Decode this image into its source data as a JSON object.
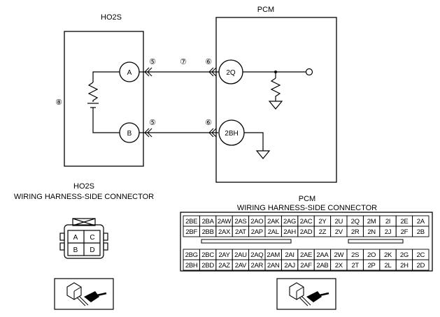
{
  "components": {
    "sensor": "HO2S",
    "pcm": "PCM"
  },
  "terminals": {
    "sensor_a": "A",
    "sensor_b": "B",
    "pcm_upper": "2Q",
    "pcm_lower": "2BH"
  },
  "callouts": {
    "connector_a_sensor": "⑤",
    "connector_b_sensor": "⑤",
    "harness": "⑦",
    "connector_a_pcm": "⑥",
    "connector_b_pcm": "⑥",
    "sensor_body": "⑧"
  },
  "ho2s_connector": {
    "title_line1": "HO2S",
    "title_line2": "WIRING HARNESS-SIDE CONNECTOR",
    "pins": [
      "A",
      "C",
      "B",
      "D"
    ]
  },
  "pcm_connector": {
    "title_line1": "PCM",
    "title_line2": "WIRING HARNESS-SIDE CONNECTOR",
    "upper_rows": [
      [
        "2BE",
        "2BA",
        "2AW",
        "2AS",
        "2AO",
        "2AK",
        "2AG",
        "2AC",
        "2Y",
        "2U",
        "2Q",
        "2M",
        "2I",
        "2E",
        "2A"
      ],
      [
        "2BF",
        "2BB",
        "2AX",
        "2AT",
        "2AP",
        "2AL",
        "2AH",
        "2AD",
        "2Z",
        "2V",
        "2R",
        "2N",
        "2J",
        "2F",
        "2B"
      ]
    ],
    "lower_rows": [
      [
        "2BG",
        "2BC",
        "2AY",
        "2AU",
        "2AQ",
        "2AM",
        "2AI",
        "2AE",
        "2AA",
        "2W",
        "2S",
        "2O",
        "2K",
        "2G",
        "2C"
      ],
      [
        "2BH",
        "2BD",
        "2AZ",
        "2AV",
        "2AR",
        "2AN",
        "2AJ",
        "2AF",
        "2AB",
        "2X",
        "2T",
        "2P",
        "2L",
        "2H",
        "2D"
      ]
    ]
  },
  "icons": [
    "connector-view-arrow-icon",
    "connector-view-arrow-icon"
  ]
}
